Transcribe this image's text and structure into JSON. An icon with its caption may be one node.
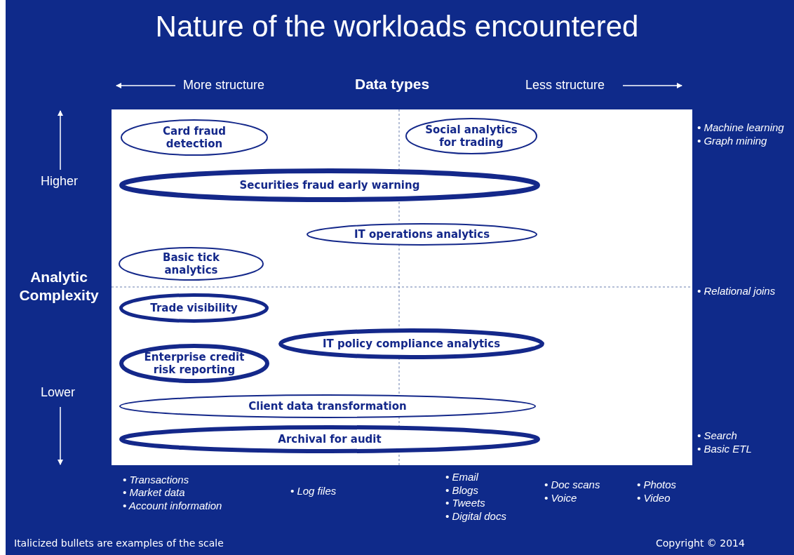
{
  "diagram": {
    "title": "Nature of the workloads encountered",
    "nodes": [
      {
        "text": [
          "Card fraud detection"
        ]
      },
      {
        "text": [
          "Social analytics for trading"
        ]
      },
      {
        "text": [
          "Securities fraud early warning"
        ]
      },
      {
        "text": [
          "IT operations analytics"
        ]
      },
      {
        "text": [
          "Basic tick analytics"
        ]
      },
      {
        "text": [
          "Trade visibility"
        ]
      },
      {
        "text": [
          "IT policy compliance analytics"
        ]
      },
      {
        "text": [
          "Enterprise credit risk reporting"
        ]
      },
      {
        "text": [
          "Client data transformation"
        ]
      },
      {
        "text": [
          "Archival for audit"
        ]
      }
    ],
    "labels": [
      "More structure",
      "Data types",
      "Less structure",
      "• Machine learning",
      "• Graph mining",
      "Higher",
      "Analytic Complexity",
      "• Relational joins",
      "Lower",
      "• Search",
      "• Basic ETL",
      "• Transactions",
      "• Market data",
      "• Account information",
      "• Log files",
      "• Email",
      "• Blogs",
      "• Tweets",
      "• Digital docs",
      "• Doc scans",
      "• Voice",
      "• Photos",
      "• Video",
      "Italicized bullets are examples of the scale",
      "Copyright © 2014"
    ]
  }
}
